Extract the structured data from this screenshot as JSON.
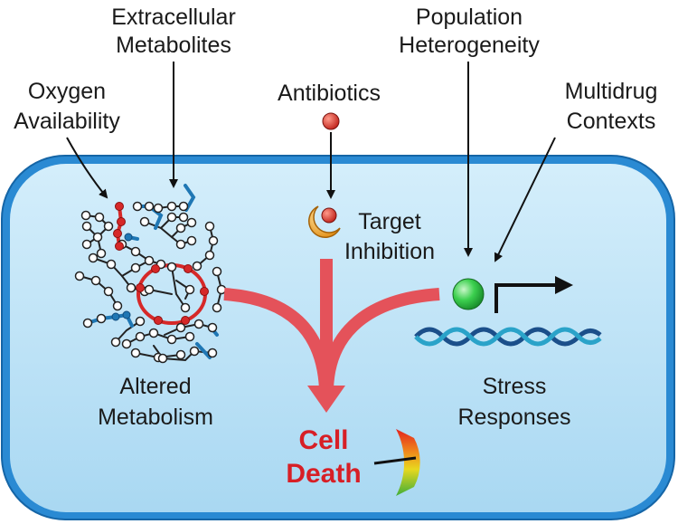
{
  "labels": {
    "extracellular": [
      "Extracellular",
      "Metabolites"
    ],
    "population": [
      "Population",
      "Heterogeneity"
    ],
    "oxygen": [
      "Oxygen",
      "Availability"
    ],
    "antibiotics": "Antibiotics",
    "multidrug": [
      "Multidrug",
      "Contexts"
    ],
    "target": [
      "Target",
      "Inhibition"
    ],
    "altered": [
      "Altered",
      "Metabolism"
    ],
    "stress": [
      "Stress",
      "Responses"
    ],
    "cell_death": [
      "Cell",
      "Death"
    ]
  },
  "colors": {
    "cell_fill": "#bfe4f7",
    "cell_border": "#1e7fc7",
    "pathway_red": "#d62828",
    "pathway_blue": "#1f77b4",
    "flow_red": "#e4525a",
    "target_orange": "#f2a219",
    "promoter_green": "#2ec24a",
    "dna_dark": "#1b4f8a",
    "dna_light": "#2aa3c9"
  }
}
